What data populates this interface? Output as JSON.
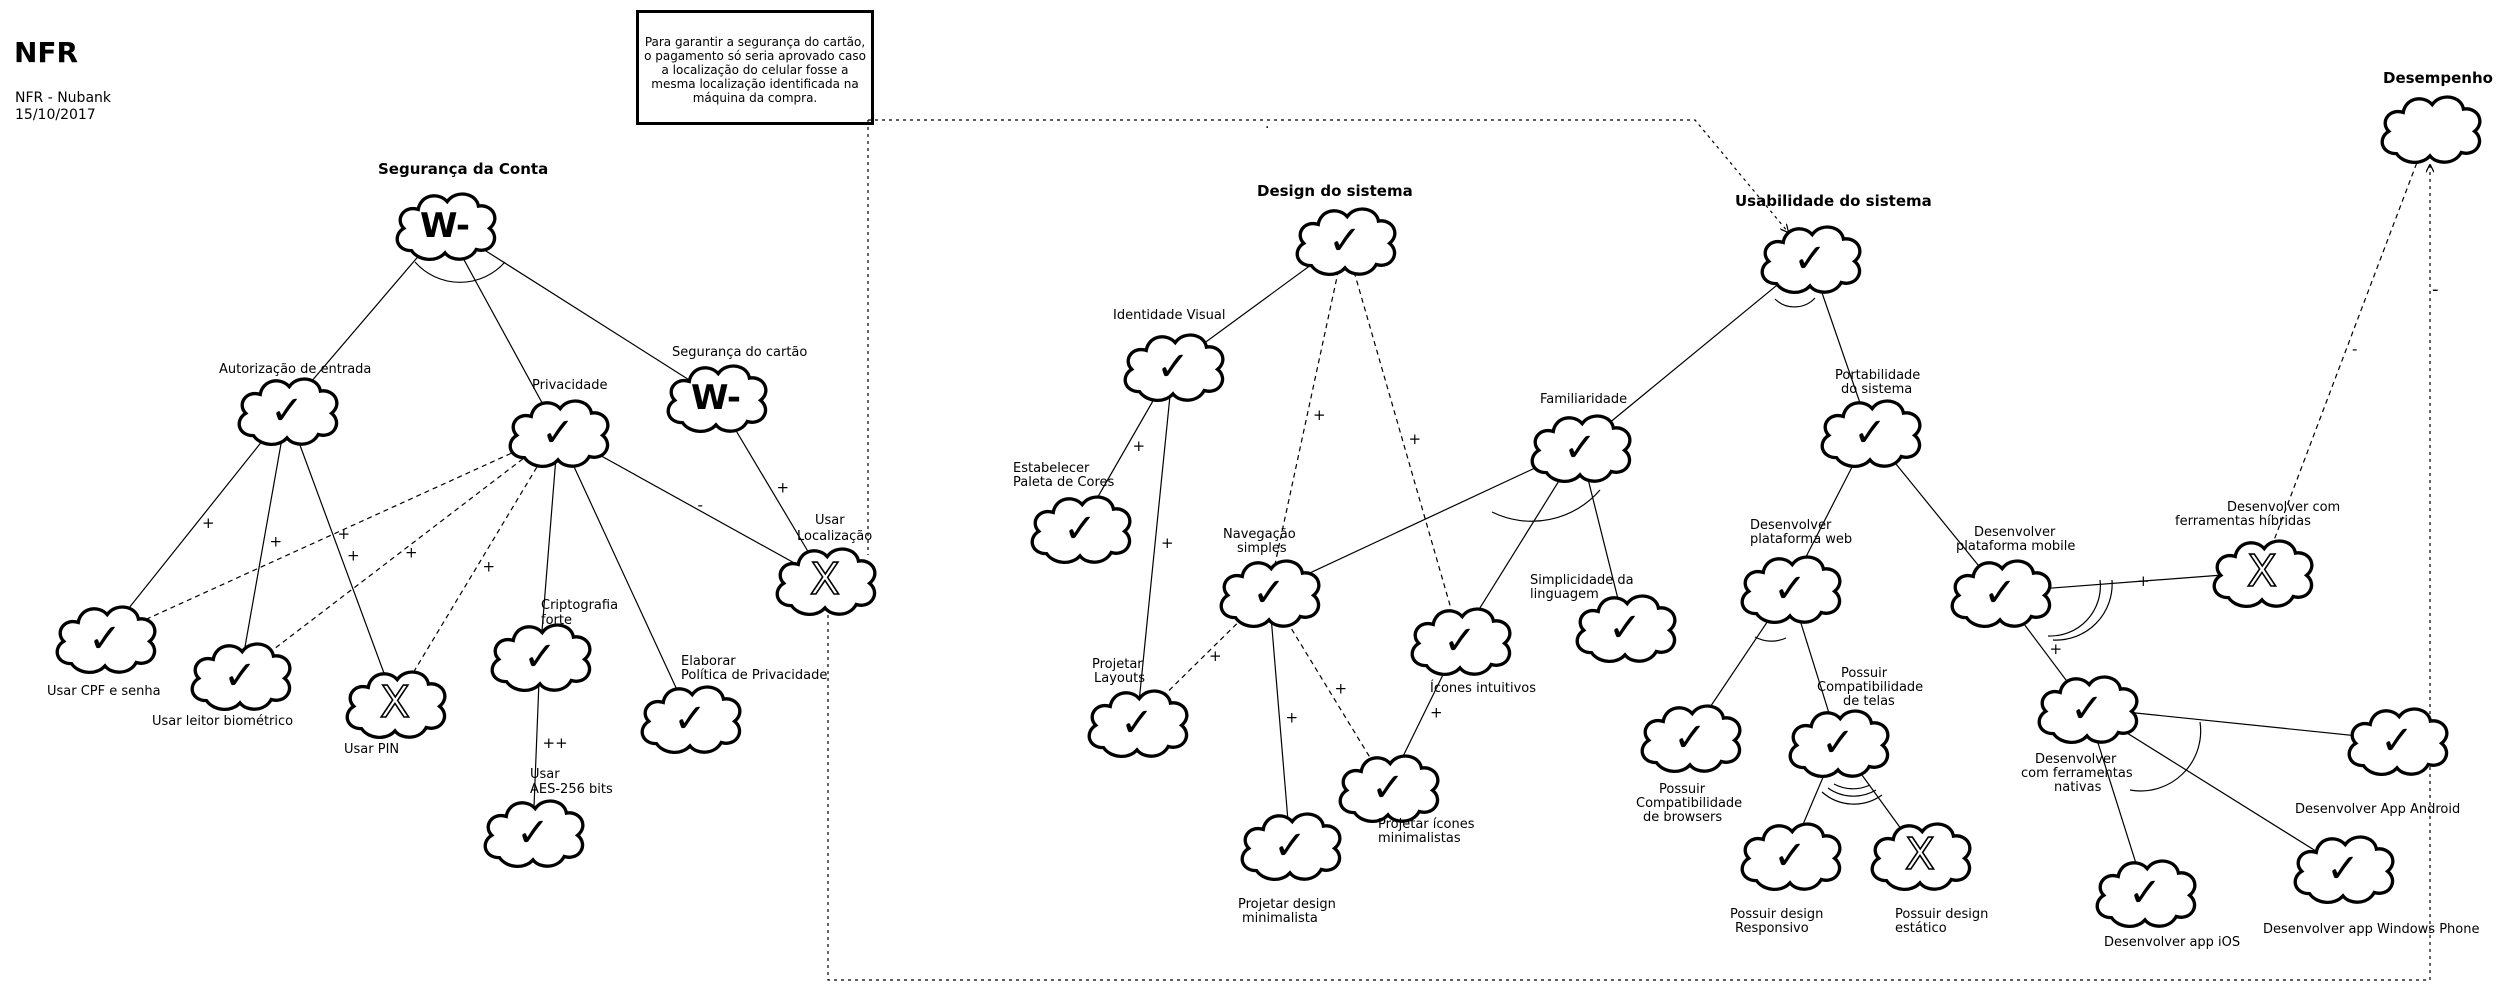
{
  "header": {
    "title": "NFR",
    "subtitle": "NFR - Nubank",
    "date": "15/10/2017"
  },
  "note": "Para garantir a segurança do cartão, o pagamento só seria aprovado caso a localização do celular fosse a mesma localização identificada na máquina da compra.",
  "labels": {
    "seguranca_conta": "Segurança da Conta",
    "autorizacao": "Autorização de entrada",
    "privacidade": "Privacidade",
    "seguranca_cartao": "Segurança do cartão",
    "usar_localizacao_1": "Usar",
    "usar_localizacao_2": "Localização",
    "usar_cpf": "Usar CPF e senha",
    "usar_biometrico": "Usar leitor biométrico",
    "usar_pin": "Usar PIN",
    "criptografia_1": "Criptografia",
    "criptografia_2": "forte",
    "aes_1": "Usar",
    "aes_2": "AES-256 bits",
    "politica_1": "Elaborar",
    "politica_2": "Política de Privacidade",
    "design_sistema": "Design do sistema",
    "identidade_visual": "Identidade Visual",
    "paleta_1": "Estabelecer",
    "paleta_2": "Paleta de Cores",
    "navegacao_1": "Navegação",
    "navegacao_2": "simples",
    "layouts_1": "Projetar",
    "layouts_2": "Layouts",
    "design_min_1": "Projetar design",
    "design_min_2": "minimalista",
    "icones_min_1": "Projetar ícones",
    "icones_min_2": "minimalistas",
    "icones_intuitivos": "Ícones intuitivos",
    "usabilidade": "Usabilidade do sistema",
    "familiaridade": "Familiaridade",
    "simplicidade_1": "Simplicidade da",
    "simplicidade_2": "linguagem",
    "portabilidade_1": "Portabilidade",
    "portabilidade_2": "do sistema",
    "plat_web_1": "Desenvolver",
    "plat_web_2": "plataforma web",
    "plat_mobile_1": "Desenvolver",
    "plat_mobile_2": "plataforma mobile",
    "compat_browsers_1": "Possuir",
    "compat_browsers_2": "Compatibilidade",
    "compat_browsers_3": "de browsers",
    "compat_telas_1": "Possuir",
    "compat_telas_2": "Compatibilidade",
    "compat_telas_3": "de telas",
    "responsivo_1": "Possuir design",
    "responsivo_2": "Responsivo",
    "estatico_1": "Possuir design",
    "estatico_2": "estático",
    "hibridas_1": "Desenvolver com",
    "hibridas_2": "ferramentas híbridas",
    "nativas_1": "Desenvolver",
    "nativas_2": "com ferramentas",
    "nativas_3": "nativas",
    "app_android": "Desenvolver App Android",
    "app_ios": "Desenvolver app iOS",
    "app_windows": "Desenvolver app Windows Phone",
    "desempenho": "Desempenho"
  },
  "contributions": {
    "plus": "+",
    "plusplus": "++",
    "minus": "-",
    "dot": "·"
  },
  "marks": {
    "satisficed": "✓",
    "denied": "X",
    "weakly_denied": "W-"
  },
  "colors": {
    "stroke": "#000000",
    "fill": "#ffffff"
  }
}
